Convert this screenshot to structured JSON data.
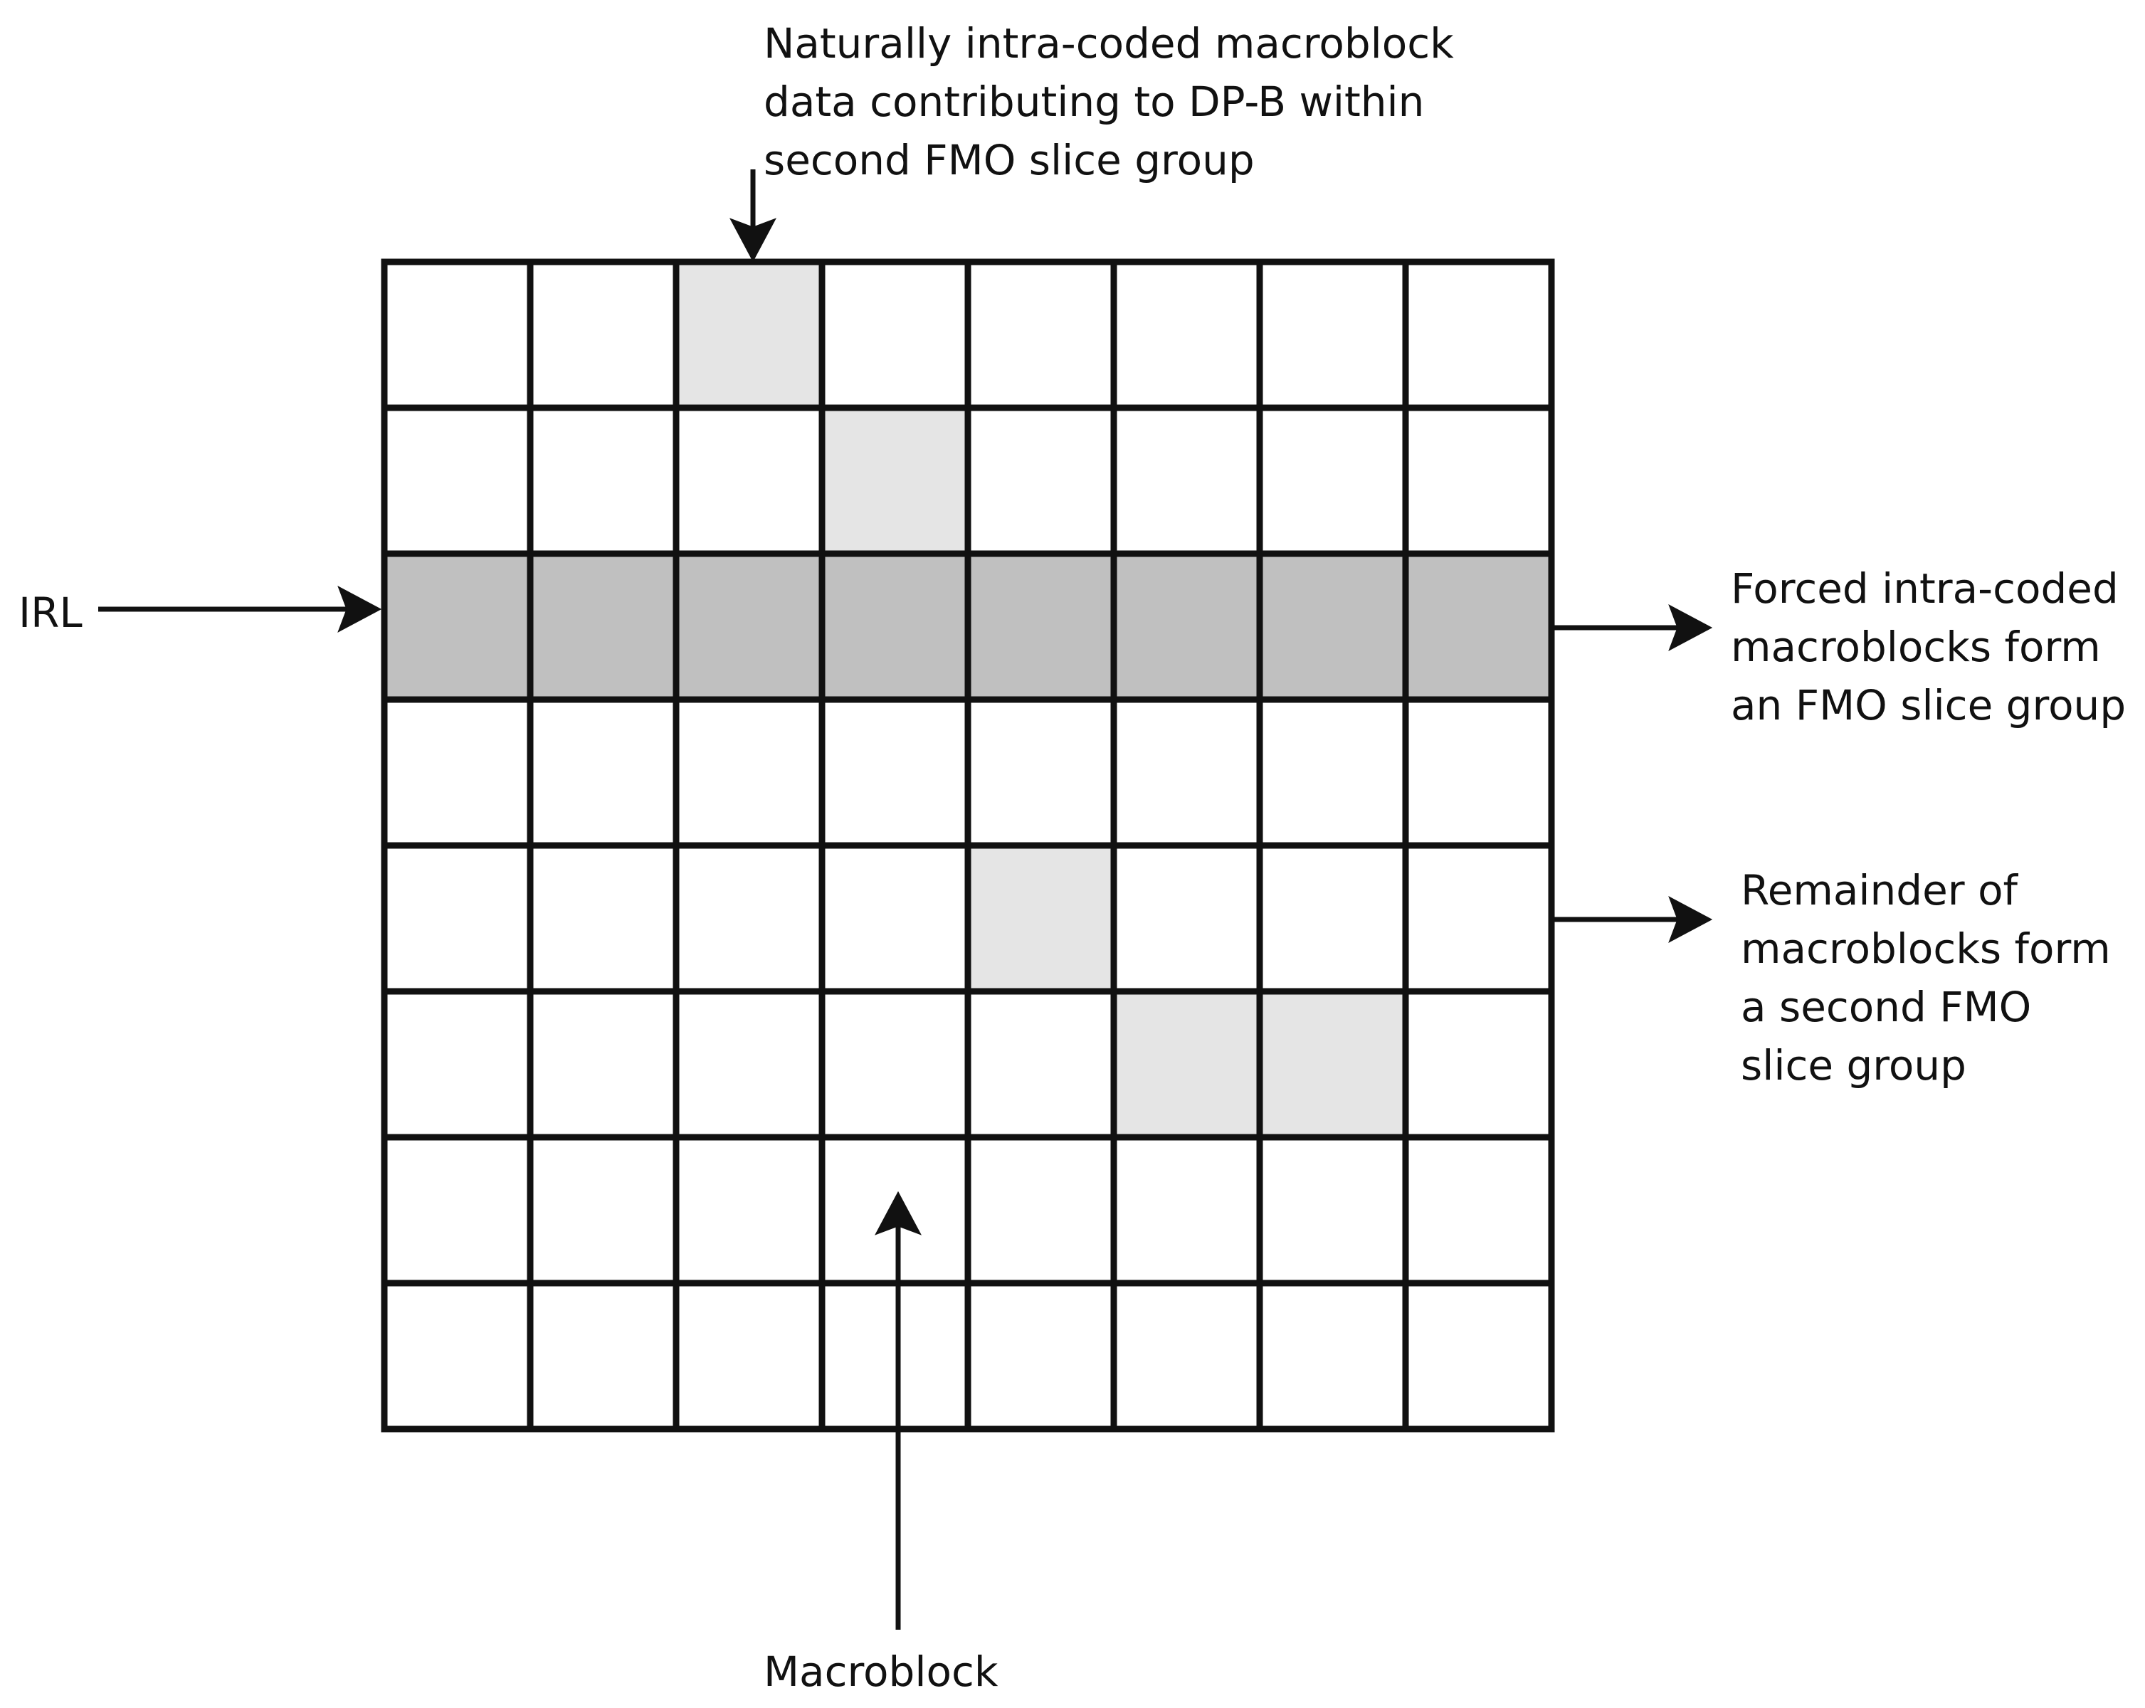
{
  "grid": {
    "rows": 8,
    "cols": 8,
    "forced_intra_row": 2,
    "natural_intra_cells": [
      [
        0,
        2
      ],
      [
        1,
        3
      ],
      [
        4,
        4
      ],
      [
        5,
        5
      ],
      [
        5,
        6
      ]
    ]
  },
  "colors": {
    "line": "#111111",
    "forced_intra_fill": "#c0c0c0",
    "natural_intra_fill": "#e5e5e5",
    "background": "#ffffff"
  },
  "labels": {
    "top": [
      "Naturally intra-coded macroblock",
      "data contributing to DP-B within",
      "second FMO slice group"
    ],
    "irl": "IRL",
    "forced": [
      "Forced intra-coded",
      "macroblocks form",
      "an FMO slice group"
    ],
    "remainder": [
      "Remainder of",
      "macroblocks form",
      "a second FMO",
      "slice group"
    ],
    "macroblock": "Macroblock"
  }
}
